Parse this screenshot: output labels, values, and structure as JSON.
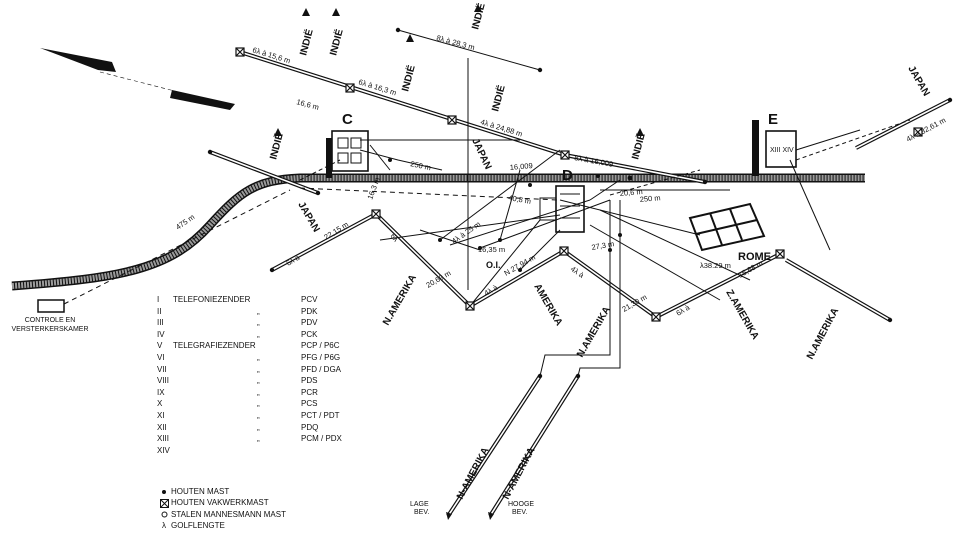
{
  "buildings": {
    "C": "C",
    "D": "D",
    "E": "E",
    "E_numerals": "XIII XIV",
    "rome": "ROME",
    "rome_wavelength": "λ38.29 m",
    "oi": "O.I.",
    "control_room": [
      "CONTROLE EN",
      "VERSTERKERSKAMER"
    ]
  },
  "direction_labels": [
    "INDIË",
    "INDIË",
    "INDIË",
    "INDIË",
    "INDIË",
    "INDIË",
    "INDIË",
    "JAPAN",
    "JAPAN",
    "JAPAN",
    "N.AMERIKA",
    "AMERIKA",
    "N.AMERIKA",
    "Z.AMERIKA",
    "N.AMERIKA",
    "N-AMERIKA",
    "N-AMERIKA"
  ],
  "measure_labels": [
    "6λ à 15,6 m",
    "6λ à 16,3 m",
    "8λ à 28,3 m",
    "4λ à 24,88 m",
    "8λ à 16,009",
    "16,6 m",
    "250 m",
    "16,009",
    "16,3 m",
    "40,8 m",
    "20,6 m",
    "250 m",
    "475 m",
    "4λ à 32,61 m",
    "22,15 m",
    "6λ à",
    "6λ",
    "4λ à 25 m",
    "16,35 m",
    "20,69 m",
    "4λ à",
    "N 27,94 m",
    "4λ à",
    "27,3 m",
    "21,30 m",
    "6λ à",
    "15,68 m"
  ],
  "bottom_labels": [
    [
      "LAGE",
      "BEV."
    ],
    [
      "HOOGE",
      "BEV."
    ]
  ],
  "legend": {
    "rows": [
      {
        "num": "I",
        "type": "TELEFONIEZENDER",
        "ditto": "",
        "codes": "PCV"
      },
      {
        "num": "II",
        "type": "",
        "ditto": "„",
        "codes": "PDK"
      },
      {
        "num": "III",
        "type": "",
        "ditto": "„",
        "codes": "PDV"
      },
      {
        "num": "IV",
        "type": "",
        "ditto": "„",
        "codes": "PCK"
      },
      {
        "num": "V",
        "type": "TELEGRAFIEZENDER",
        "ditto": "",
        "codes": "PCP  /  P6C"
      },
      {
        "num": "VI",
        "type": "",
        "ditto": "„",
        "codes": "PFG  /  P6G"
      },
      {
        "num": "VII",
        "type": "",
        "ditto": "„",
        "codes": "PFD  /  DGA"
      },
      {
        "num": "VIII",
        "type": "",
        "ditto": "„",
        "codes": "PDS"
      },
      {
        "num": "IX",
        "type": "",
        "ditto": "„",
        "codes": "PCR"
      },
      {
        "num": "X",
        "type": "",
        "ditto": "„",
        "codes": "PCS"
      },
      {
        "num": "XI",
        "type": "",
        "ditto": "„",
        "codes": "PCT  /  PDT"
      },
      {
        "num": "XII",
        "type": "",
        "ditto": "„",
        "codes": "PDQ"
      },
      {
        "num": "XIII",
        "type": "",
        "ditto": "„",
        "codes": "PCM  /  PDX"
      },
      {
        "num": "XIV",
        "type": "",
        "ditto": "",
        "codes": ""
      }
    ],
    "symbols": [
      {
        "icon": "dot-symbol-icon",
        "label": "HOUTEN MAST"
      },
      {
        "icon": "boxed-x-symbol-icon",
        "label": "HOUTEN VAKWERKMAST"
      },
      {
        "icon": "circle-symbol-icon",
        "label": "STALEN MANNESMANN MAST"
      },
      {
        "icon": "lambda-symbol-icon",
        "label": "GOLFLENGTE"
      }
    ],
    "lambda_glyph": "λ"
  },
  "colors": {
    "ink": "#111111",
    "paper": "#ffffff",
    "road": "#9a9a9a"
  }
}
